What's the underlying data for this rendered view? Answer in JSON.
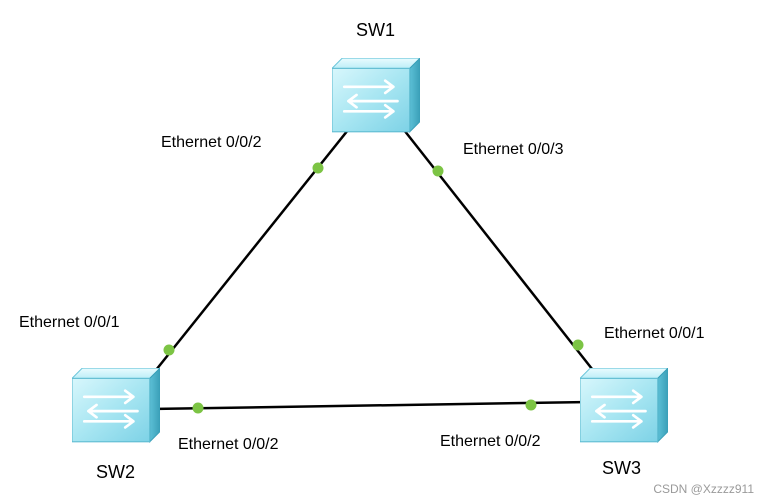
{
  "diagram": {
    "devices": [
      {
        "id": "SW1",
        "name": "SW1"
      },
      {
        "id": "SW2",
        "name": "SW2"
      },
      {
        "id": "SW3",
        "name": "SW3"
      }
    ],
    "links": [
      {
        "from": "SW1",
        "from_port": "Ethernet 0/0/2",
        "to": "SW2",
        "to_port": "Ethernet 0/0/1"
      },
      {
        "from": "SW1",
        "from_port": "Ethernet 0/0/3",
        "to": "SW3",
        "to_port": "Ethernet 0/0/1"
      },
      {
        "from": "SW2",
        "from_port": "Ethernet 0/0/2",
        "to": "SW3",
        "to_port": "Ethernet 0/0/2"
      }
    ],
    "colors": {
      "link": "#000000",
      "port_dot": "#7cc444",
      "switch_face": "#9fe3f0",
      "switch_edge": "#45aac2"
    }
  },
  "watermark": "CSDN @Xzzzz911"
}
